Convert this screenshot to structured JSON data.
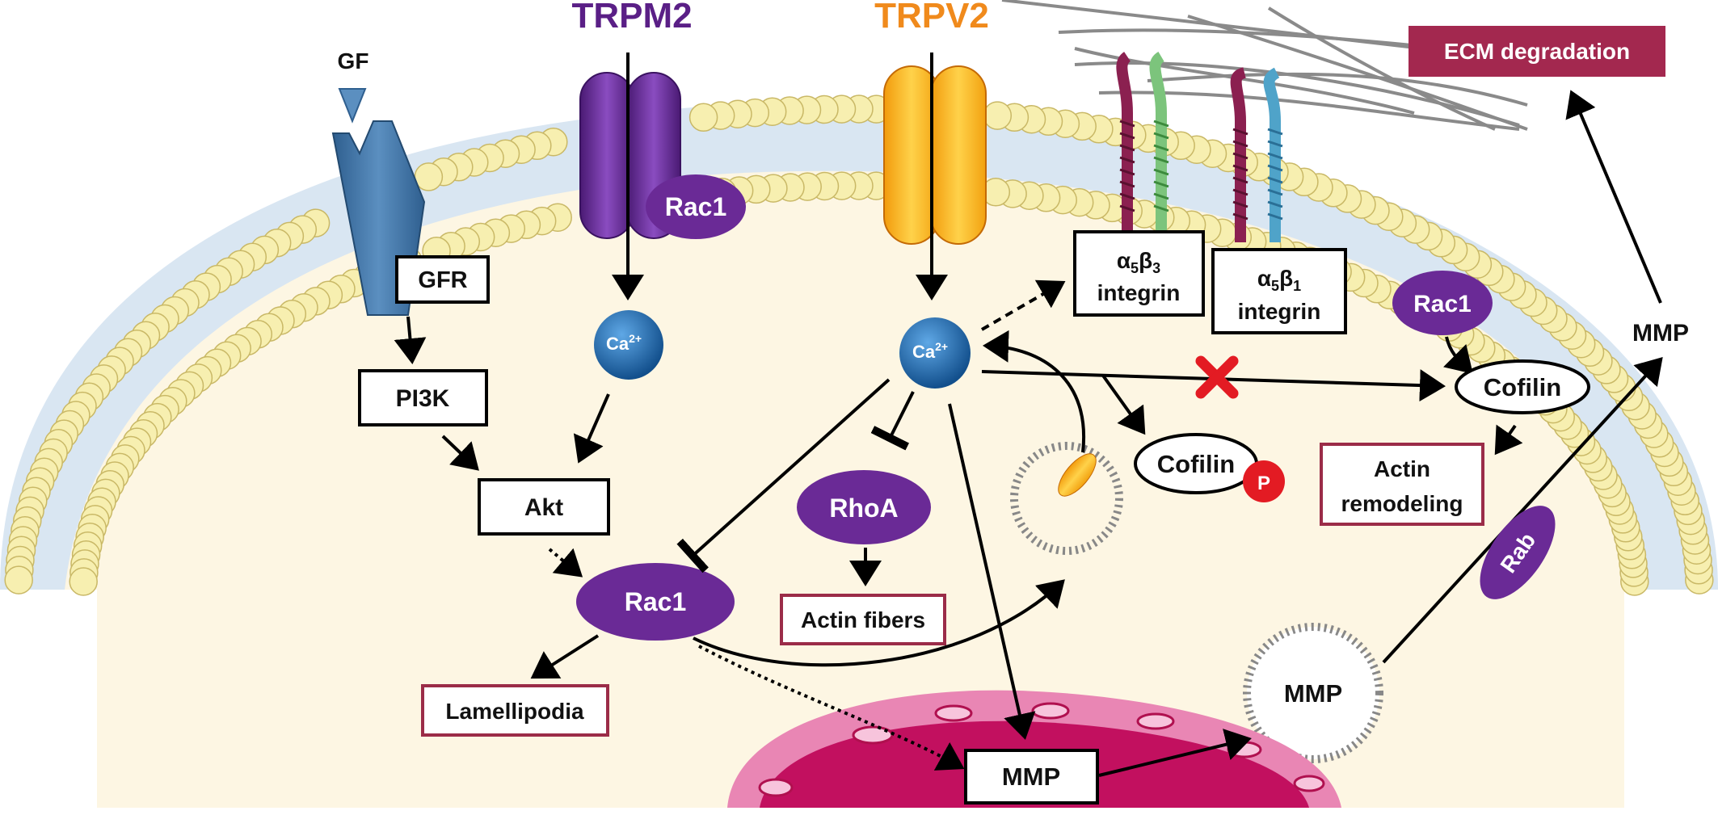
{
  "channels": {
    "trpm2": "TRPM2",
    "trpv2": "TRPV2",
    "trpm2_color": "#5a1f86",
    "trpv2_color": "#f08a1c"
  },
  "labels": {
    "gf": "GF",
    "gfr": "GFR",
    "pi3k": "PI3K",
    "akt": "Akt",
    "rac1_membrane": "Rac1",
    "rac1_center": "Rac1",
    "rac1_right": "Rac1",
    "ca_left": "Ca",
    "ca_left_sup": "2+",
    "ca_center": "Ca",
    "ca_center_sup": "2+",
    "rhoa": "RhoA",
    "actin_fibers": "Actin fibers",
    "lamellipodia": "Lamellipodia",
    "integrin_a5b3_line1_a": "α",
    "integrin_a5b3_sub1": "5",
    "integrin_a5b3_line1_b": "β",
    "integrin_a5b3_sub2": "3",
    "integrin_a5b3_line2": "integrin",
    "integrin_a5b1_line1_a": "α",
    "integrin_a5b1_sub1": "5",
    "integrin_a5b1_line1_b": "β",
    "integrin_a5b1_sub2": "1",
    "integrin_a5b1_line2": "integrin",
    "cofilin_p": "Cofilin",
    "phospho": "P",
    "cofilin_right": "Cofilin",
    "actin_remodeling_line1": "Actin",
    "actin_remodeling_line2": "remodeling",
    "ecm_degradation": "ECM degradation",
    "mmp_outside": "MMP",
    "mmp_vesicle": "MMP",
    "mmp_nucleus": "MMP",
    "rab": "Rab"
  },
  "colors": {
    "purple_node": "#6a2a96",
    "membrane_head": "#f7efb0",
    "cytoplasm": "#fdf6e3",
    "nucleus": "#d8127a",
    "ecm_box": "#a3284f",
    "inhibit_x": "#e31b23",
    "ca_blue": "#1f6fb5"
  }
}
